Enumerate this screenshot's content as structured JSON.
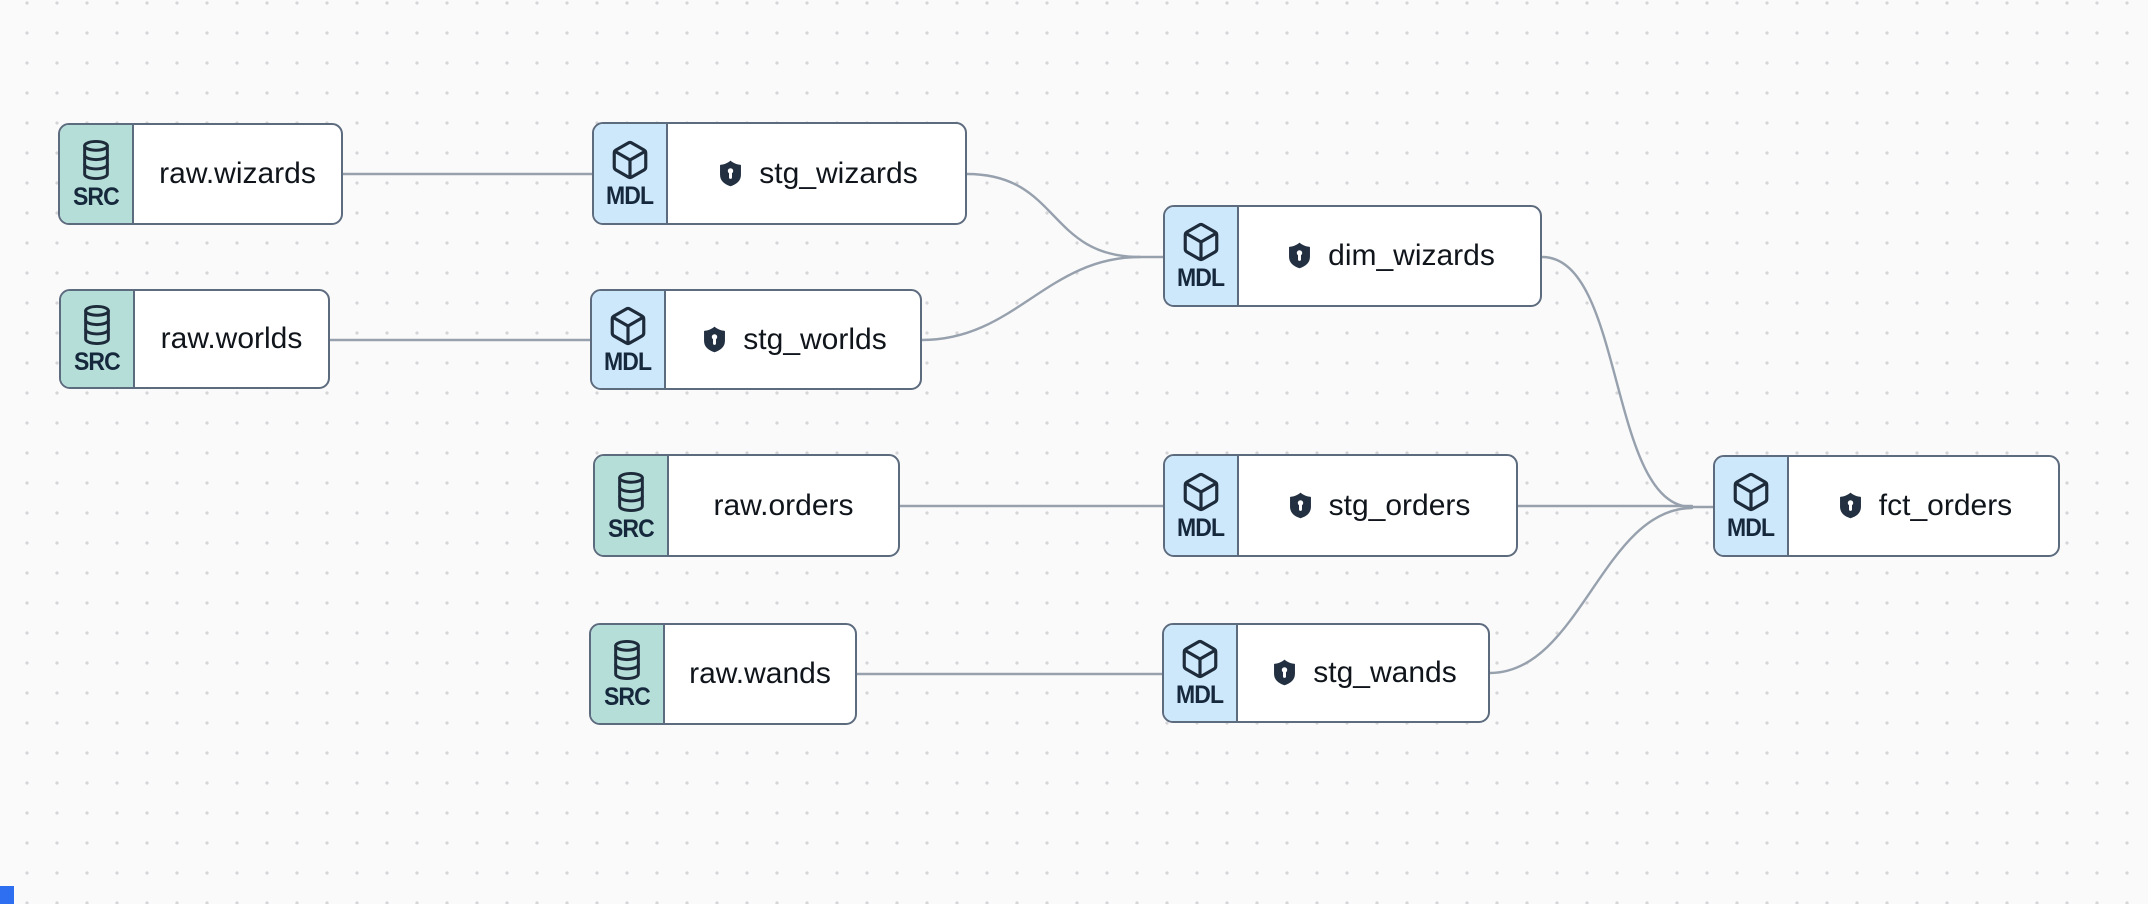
{
  "graph": {
    "nodes": [
      {
        "id": "raw.wizards",
        "type": "SRC",
        "label": "raw.wizards",
        "icon": "database-icon",
        "shield": false
      },
      {
        "id": "raw.worlds",
        "type": "SRC",
        "label": "raw.worlds",
        "icon": "database-icon",
        "shield": false
      },
      {
        "id": "stg_wizards",
        "type": "MDL",
        "label": "stg_wizards",
        "icon": "cube-icon",
        "shield": true
      },
      {
        "id": "stg_worlds",
        "type": "MDL",
        "label": "stg_worlds",
        "icon": "cube-icon",
        "shield": true
      },
      {
        "id": "dim_wizards",
        "type": "MDL",
        "label": "dim_wizards",
        "icon": "cube-icon",
        "shield": true
      },
      {
        "id": "raw.orders",
        "type": "SRC",
        "label": "raw.orders",
        "icon": "database-icon",
        "shield": false
      },
      {
        "id": "stg_orders",
        "type": "MDL",
        "label": "stg_orders",
        "icon": "cube-icon",
        "shield": true
      },
      {
        "id": "raw.wands",
        "type": "SRC",
        "label": "raw.wands",
        "icon": "database-icon",
        "shield": false
      },
      {
        "id": "stg_wands",
        "type": "MDL",
        "label": "stg_wands",
        "icon": "cube-icon",
        "shield": true
      },
      {
        "id": "fct_orders",
        "type": "MDL",
        "label": "fct_orders",
        "icon": "cube-icon",
        "shield": true
      }
    ],
    "edges": [
      {
        "from": "raw.wizards",
        "to": "stg_wizards"
      },
      {
        "from": "raw.worlds",
        "to": "stg_worlds"
      },
      {
        "from": "stg_wizards",
        "to": "dim_wizards"
      },
      {
        "from": "stg_worlds",
        "to": "dim_wizards"
      },
      {
        "from": "raw.orders",
        "to": "stg_orders"
      },
      {
        "from": "raw.wands",
        "to": "stg_wands"
      },
      {
        "from": "dim_wizards",
        "to": "fct_orders"
      },
      {
        "from": "stg_orders",
        "to": "fct_orders"
      },
      {
        "from": "stg_wands",
        "to": "fct_orders"
      }
    ]
  },
  "colors": {
    "canvas_bg": "#fafafa",
    "dot_grid": "#d5d5d8",
    "node_border": "#5d6b7e",
    "source_badge_bg": "#b5ded9",
    "model_badge_bg": "#cde7fb",
    "edge": "#97a1ae",
    "icon_ink": "#1d2b3a",
    "label_text": "#10151c",
    "corner_marker": "#2d6ff0"
  }
}
